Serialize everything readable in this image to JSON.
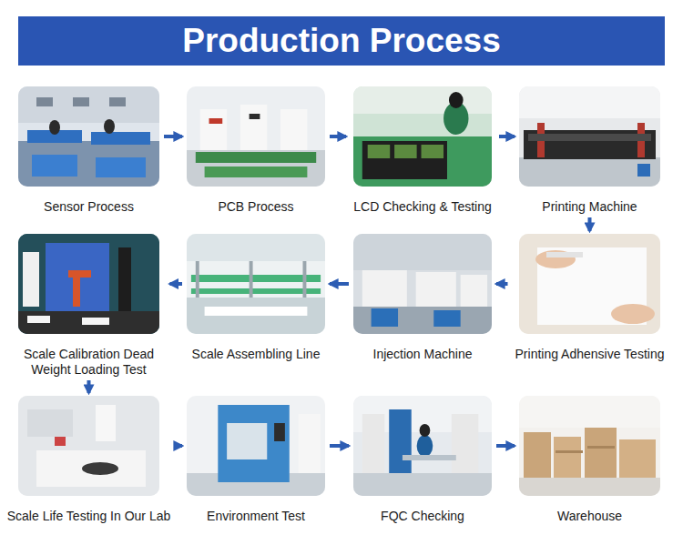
{
  "diagram": {
    "title": "Production Process",
    "nodes": [
      {
        "text": [
          "Sensor Process"
        ]
      },
      {
        "text": [
          "PCB Process"
        ]
      },
      {
        "text": [
          "LCD Checking & Testing"
        ]
      },
      {
        "text": [
          "Printing Machine"
        ]
      },
      {
        "text": [
          "Printing Adhensive Testing"
        ]
      },
      {
        "text": [
          "Injection Machine"
        ]
      },
      {
        "text": [
          "Scale Assembling Line"
        ]
      },
      {
        "text": [
          "Scale Calibration Dead Weight Loading Test"
        ]
      },
      {
        "text": [
          "Scale Life Testing In Our Lab"
        ]
      },
      {
        "text": [
          "Environment Test"
        ]
      },
      {
        "text": [
          "FQC Checking"
        ]
      },
      {
        "text": [
          "Warehouse"
        ]
      }
    ],
    "edges": [
      {
        "from": 0,
        "to": 1,
        "arrow": "to"
      },
      {
        "from": 1,
        "to": 2,
        "arrow": "to"
      },
      {
        "from": 2,
        "to": 3,
        "arrow": "to"
      },
      {
        "from": 3,
        "to": 4,
        "arrow": "to"
      },
      {
        "from": 4,
        "to": 5,
        "arrow": "to"
      },
      {
        "from": 5,
        "to": 6,
        "arrow": "to"
      },
      {
        "from": 6,
        "to": 7,
        "arrow": "to"
      },
      {
        "from": 7,
        "to": 8,
        "arrow": "to"
      },
      {
        "from": 8,
        "to": 9,
        "arrow": "to"
      },
      {
        "from": 9,
        "to": 10,
        "arrow": "to"
      },
      {
        "from": 10,
        "to": 11,
        "arrow": "to"
      }
    ]
  }
}
